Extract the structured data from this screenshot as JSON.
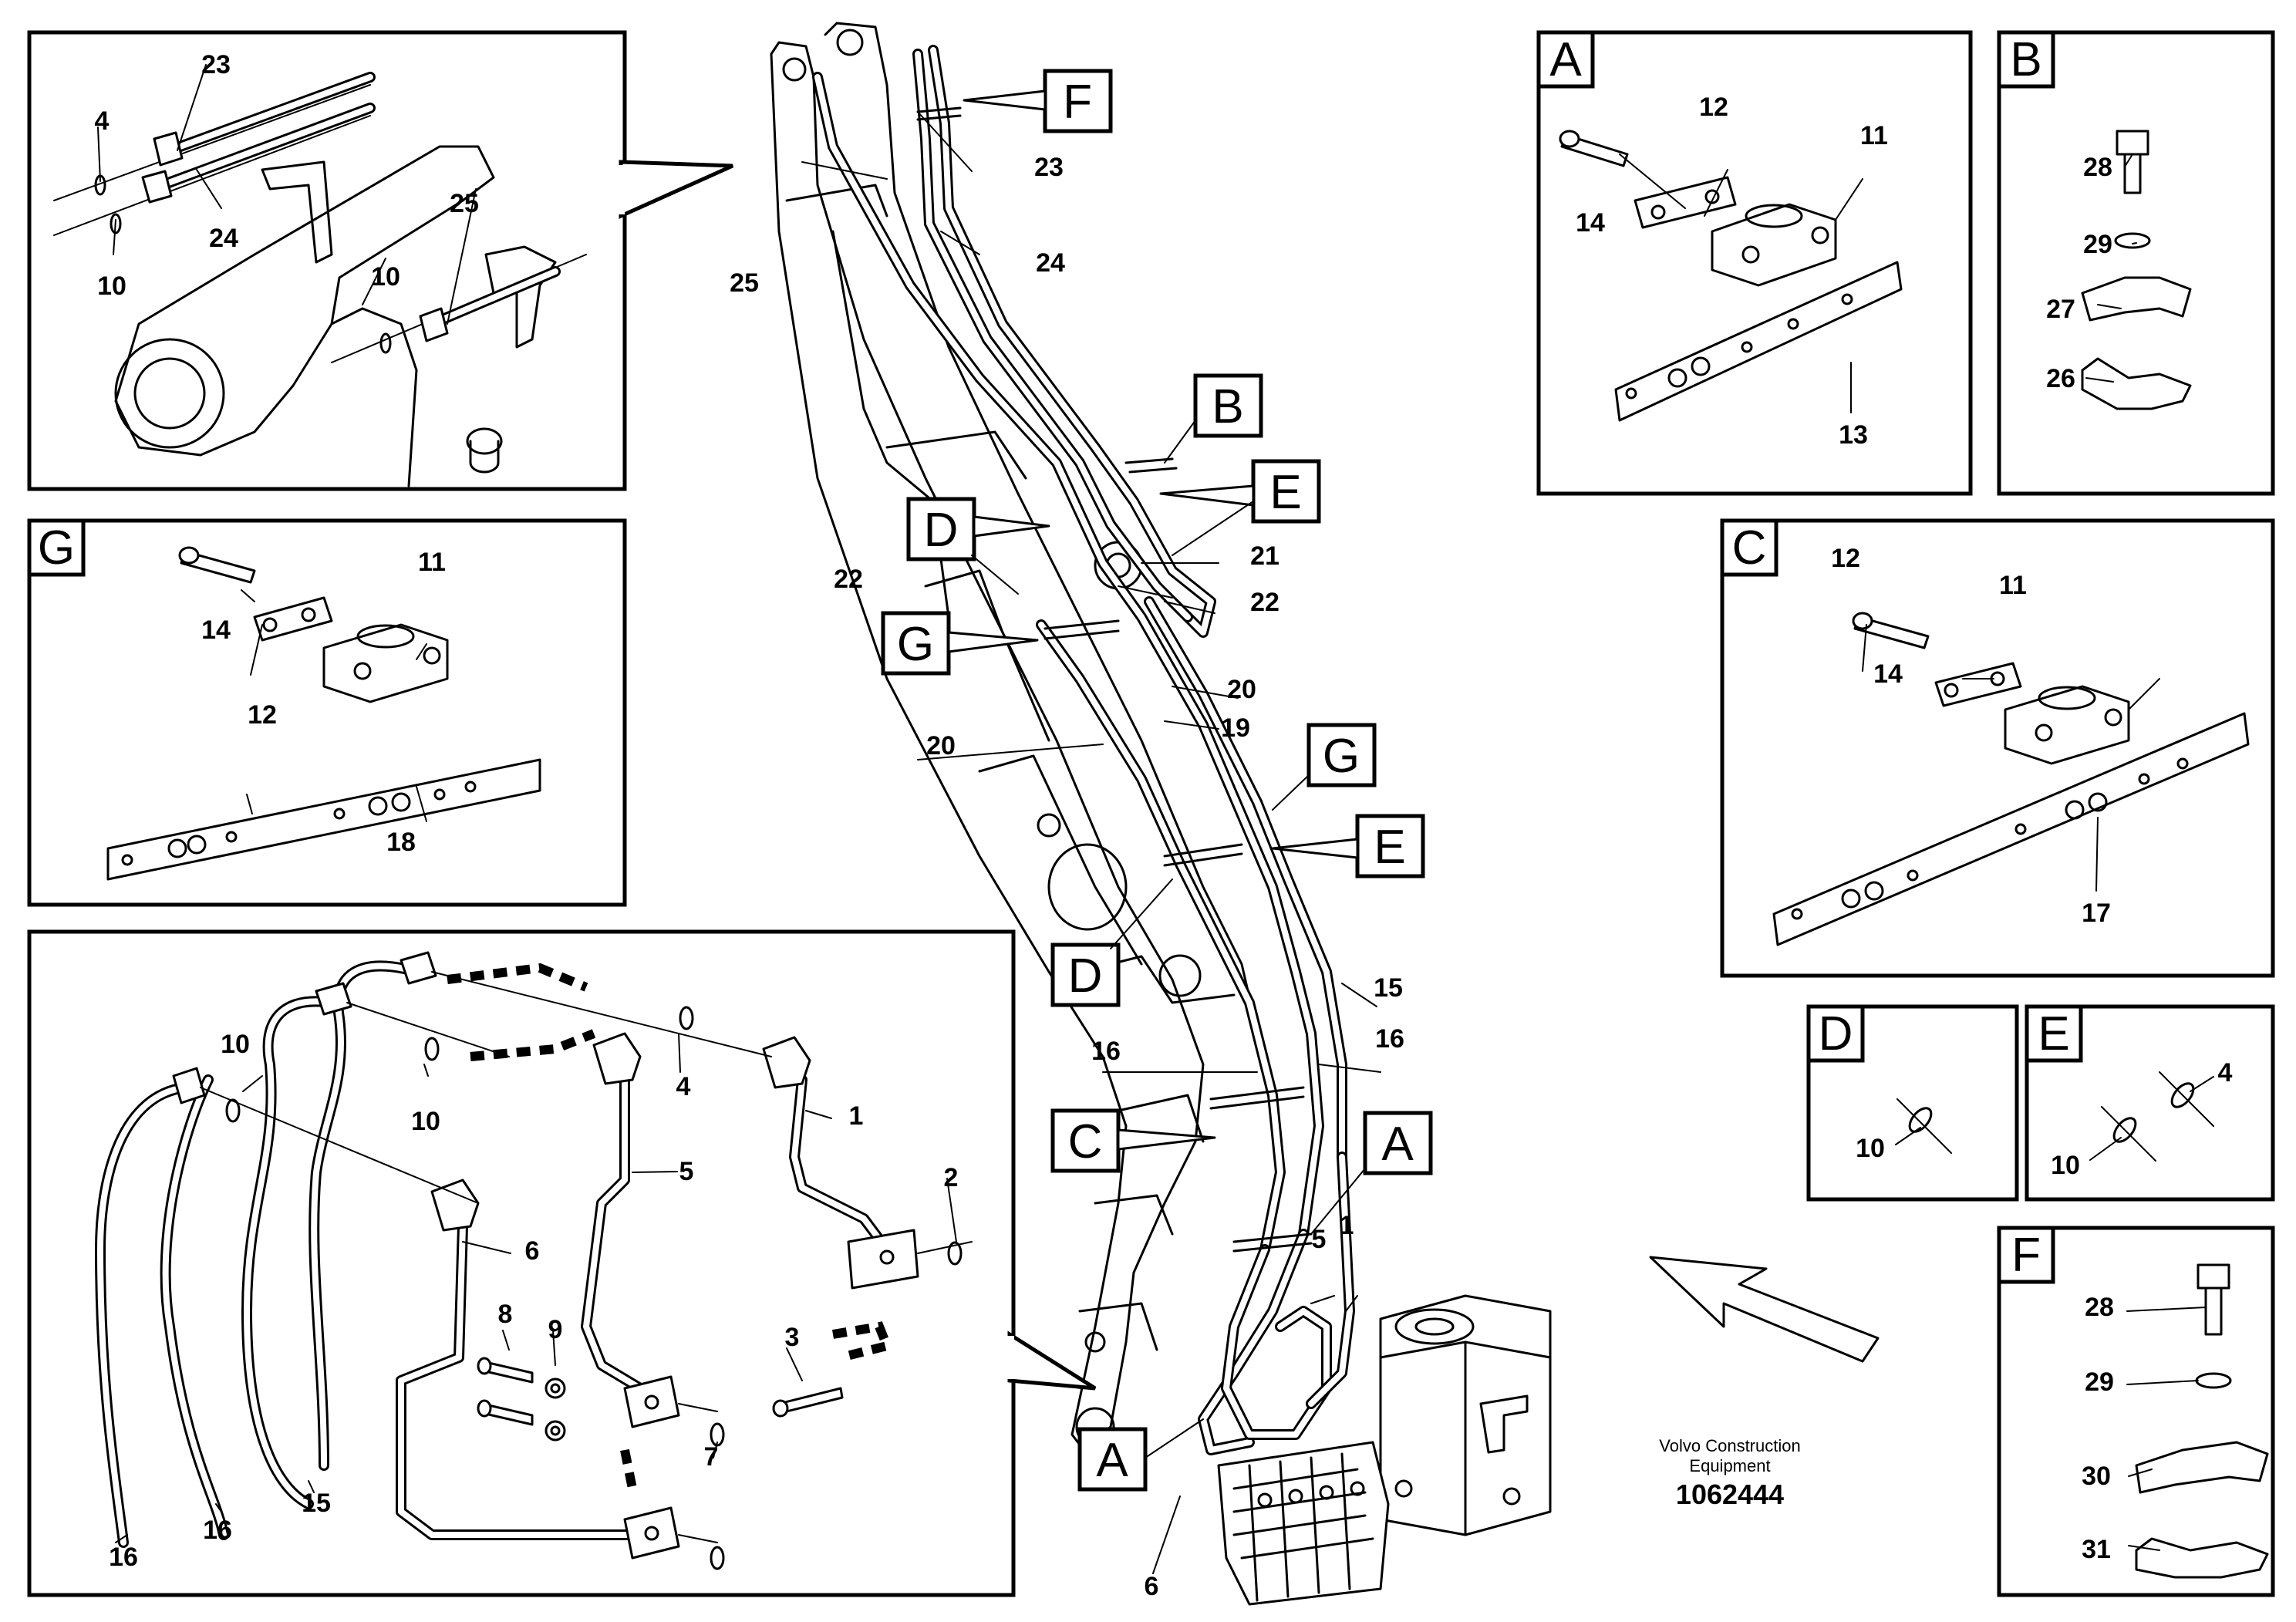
{
  "detail_letters": [
    "A",
    "B",
    "C",
    "D",
    "E",
    "F",
    "G"
  ],
  "part_numbers": {
    "n1": "1",
    "n2": "2",
    "n3": "3",
    "n4": "4",
    "n5": "5",
    "n6": "6",
    "n7": "7",
    "n8": "8",
    "n9": "9",
    "n10": "10",
    "n11": "11",
    "n12": "12",
    "n13": "13",
    "n14": "14",
    "n15": "15",
    "n16": "16",
    "n17": "17",
    "n18": "18",
    "n19": "19",
    "n20": "20",
    "n21": "21",
    "n22": "22",
    "n23": "23",
    "n24": "24",
    "n25": "25",
    "n26": "26",
    "n27": "27",
    "n28": "28",
    "n29": "29",
    "n30": "30",
    "n31": "31"
  },
  "footer": {
    "company_line1": "Volvo Construction",
    "company_line2": "Equipment",
    "drawing_number": "1062444"
  }
}
